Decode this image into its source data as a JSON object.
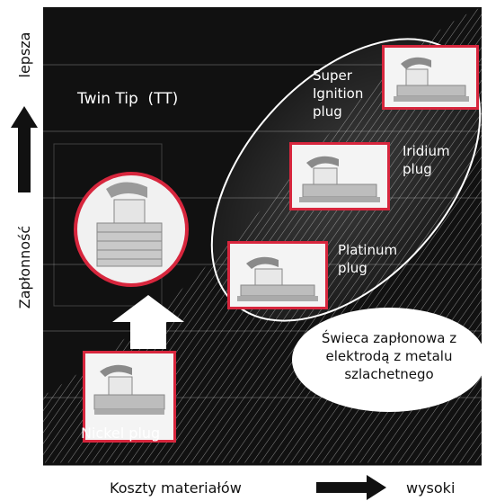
{
  "y_axis": {
    "label_top": "lepsza",
    "label_main": "Zapłonność"
  },
  "x_axis": {
    "label_main": "Koszty materiałów",
    "label_right": "wysoki"
  },
  "twin_tip": "Twin Tip  (TT)",
  "plugs": {
    "super": [
      "Super",
      "Ignition",
      "plug"
    ],
    "iridium": [
      "Iridium",
      "plug"
    ],
    "platinum": [
      "Platinum",
      "plug"
    ],
    "nickel": "Nickel plug"
  },
  "callout": [
    "Świeca zapłonowa z",
    "elektrodą z metalu",
    "szlachetnego"
  ],
  "colors": {
    "accent": "#d7263d",
    "bg_dark": "#111111",
    "arrow": "#111111"
  }
}
